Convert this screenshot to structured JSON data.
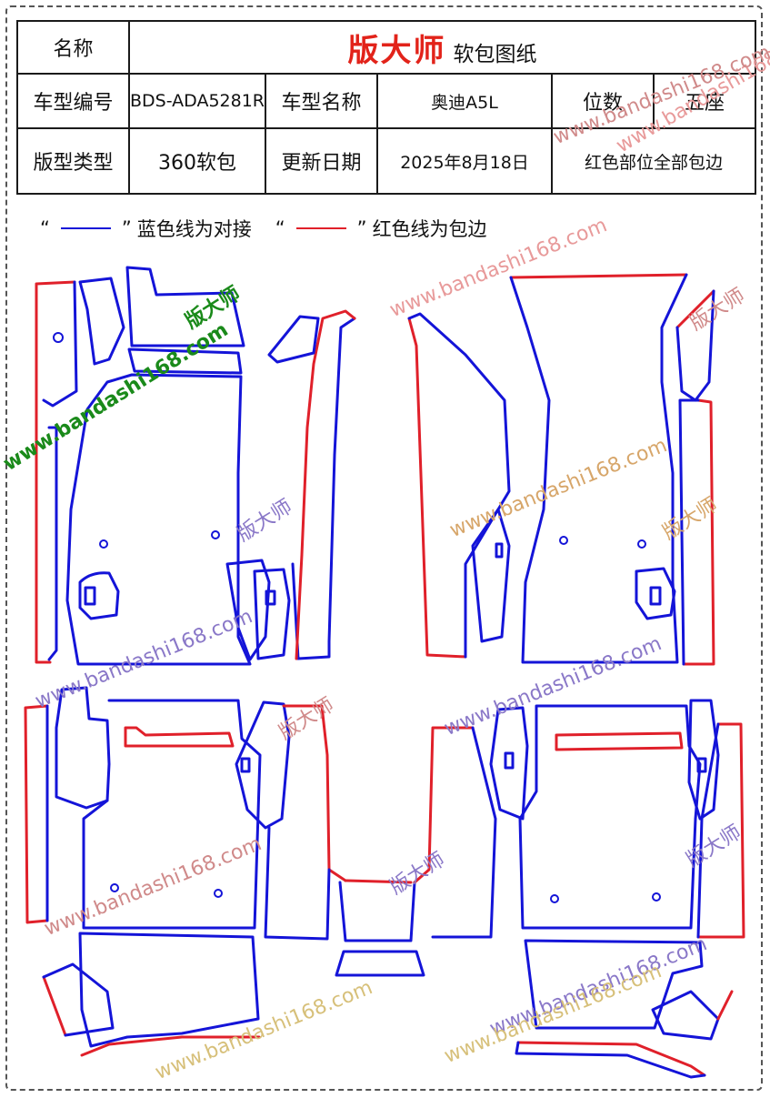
{
  "header": {
    "name_label": "名称",
    "brand": "版大师",
    "brand_suffix": "软包图纸",
    "model_code_label": "车型编号",
    "model_code": "BDS-ADA5281R",
    "model_name_label": "车型名称",
    "model_name": "奥迪A5L",
    "seats_label": "位数",
    "seats": "五座",
    "type_label": "版型类型",
    "type": "360软包",
    "date_label": "更新日期",
    "date": "2025年8月18日",
    "note": "红色部位全部包边"
  },
  "legend": {
    "open_quote": "“",
    "close_quote": "”",
    "blue_text": "蓝色线为对接",
    "red_text": "红色线为包边"
  },
  "watermarks": {
    "site": "www.bandashi168.com",
    "brand": "版大师"
  },
  "colors": {
    "blue": "#1414d8",
    "red": "#e0202a",
    "brand": "#e2231a"
  }
}
